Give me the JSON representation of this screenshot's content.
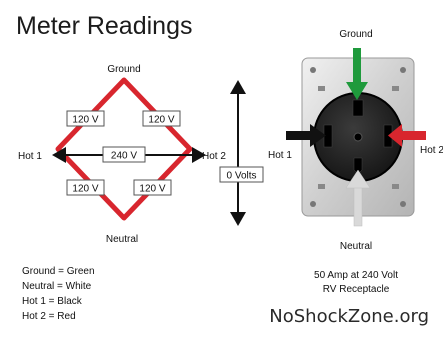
{
  "title": "Meter Readings",
  "diagram": {
    "node_top": "Ground",
    "node_left": "Hot 1",
    "node_right": "Hot 2",
    "node_bottom": "Neutral",
    "reading_top_left": "120 V",
    "reading_top_right": "120 V",
    "reading_middle": "240 V",
    "reading_bottom_left": "120 V",
    "reading_bottom_right": "120 V",
    "reading_vertical": "0 Volts"
  },
  "receptacle": {
    "label_top": "Ground",
    "label_left": "Hot 1",
    "label_right": "Hot 2",
    "label_bottom": "Neutral",
    "caption_line1": "50 Amp at 240 Volt",
    "caption_line2": "RV Receptacle"
  },
  "legend": [
    "Ground = Green",
    "Neutral = White",
    "Hot 1 = Black",
    "Hot 2 = Red"
  ],
  "watermark": "NoShockZone.org",
  "colors": {
    "ground": "#1f9a3c",
    "hot1": "#111111",
    "hot2": "#d8262e",
    "neutral": "#d9d9d9",
    "diamond": "#d8262e"
  }
}
